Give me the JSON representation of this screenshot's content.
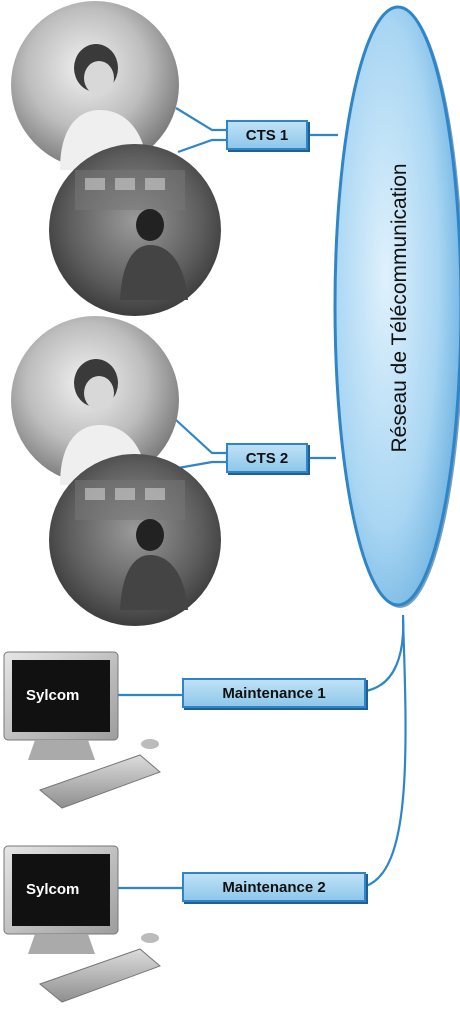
{
  "network": {
    "label": "Réseau de Télécommunication"
  },
  "nodes": [
    {
      "id": "cts1",
      "label": "CTS 1"
    },
    {
      "id": "cts2",
      "label": "CTS 2"
    },
    {
      "id": "maint1",
      "label": "Maintenance 1"
    },
    {
      "id": "maint2",
      "label": "Maintenance 2"
    }
  ],
  "workstations": [
    {
      "screen_label": "Sylcom"
    },
    {
      "screen_label": "Sylcom"
    }
  ],
  "colors": {
    "accent": "#2e86c8",
    "box_fill": "#a6d4f0",
    "ellipse_fill": "#a9d6f3",
    "line": "#2e86c8"
  }
}
